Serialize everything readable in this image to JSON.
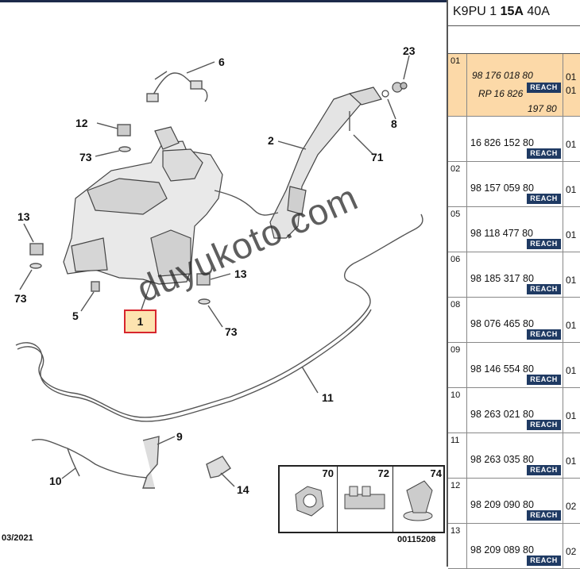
{
  "header": {
    "model_prefix": "K9PU 1 ",
    "model_bold": "15A",
    "model_suffix": " 40A"
  },
  "watermark": "duyukoto.com",
  "diagram": {
    "callouts": [
      "6",
      "23",
      "12",
      "2",
      "8",
      "73",
      "71",
      "13",
      "13",
      "73",
      "5",
      "73",
      "11",
      "9",
      "10",
      "14"
    ],
    "selected_callout": "1",
    "date": "03/2021",
    "doc_id": "00115208",
    "inset_numbers": [
      "70",
      "72",
      "74"
    ]
  },
  "reach_label": "REACH",
  "rows": [
    {
      "idx": "01",
      "pn": "98 176 018 80",
      "pn2": "RP 16 826",
      "pn3": "197 80",
      "qty": "01",
      "qty2": "01"
    },
    {
      "idx": "",
      "pn": "16 826 152 80",
      "qty": "01"
    },
    {
      "idx": "02",
      "pn": "98 157 059 80",
      "qty": "01"
    },
    {
      "idx": "05",
      "pn": "98 118 477 80",
      "qty": "01"
    },
    {
      "idx": "06",
      "pn": "98 185 317 80",
      "qty": "01"
    },
    {
      "idx": "08",
      "pn": "98 076 465 80",
      "qty": "01"
    },
    {
      "idx": "09",
      "pn": "98 146 554 80",
      "qty": "01"
    },
    {
      "idx": "10",
      "pn": "98 263 021 80",
      "qty": "01"
    },
    {
      "idx": "11",
      "pn": "98 263 035 80",
      "qty": "01"
    },
    {
      "idx": "12",
      "pn": "98 209 090 80",
      "qty": "02"
    },
    {
      "idx": "13",
      "pn": "98 209 089 80",
      "qty": "02"
    }
  ]
}
